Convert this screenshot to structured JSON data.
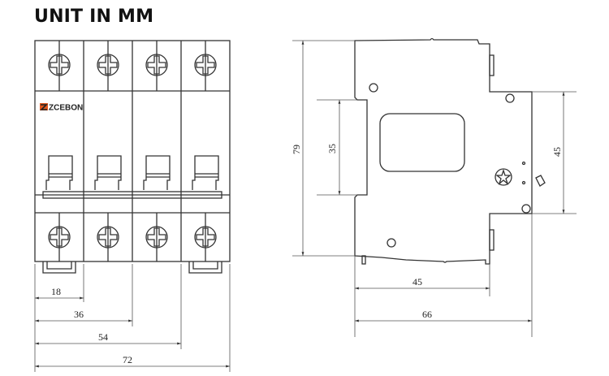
{
  "title": "UNIT IN MM",
  "brand": "ZCEBON",
  "colors": {
    "logo_accent": "#e2581f",
    "line": "#333333"
  },
  "front_view": {
    "poles": 4,
    "dimensions": [
      "18",
      "36",
      "54",
      "72"
    ]
  },
  "side_view": {
    "dimensions": {
      "height": "79",
      "din_rail": "35",
      "front_height": "45",
      "front_depth": "45",
      "total_depth": "66"
    }
  }
}
